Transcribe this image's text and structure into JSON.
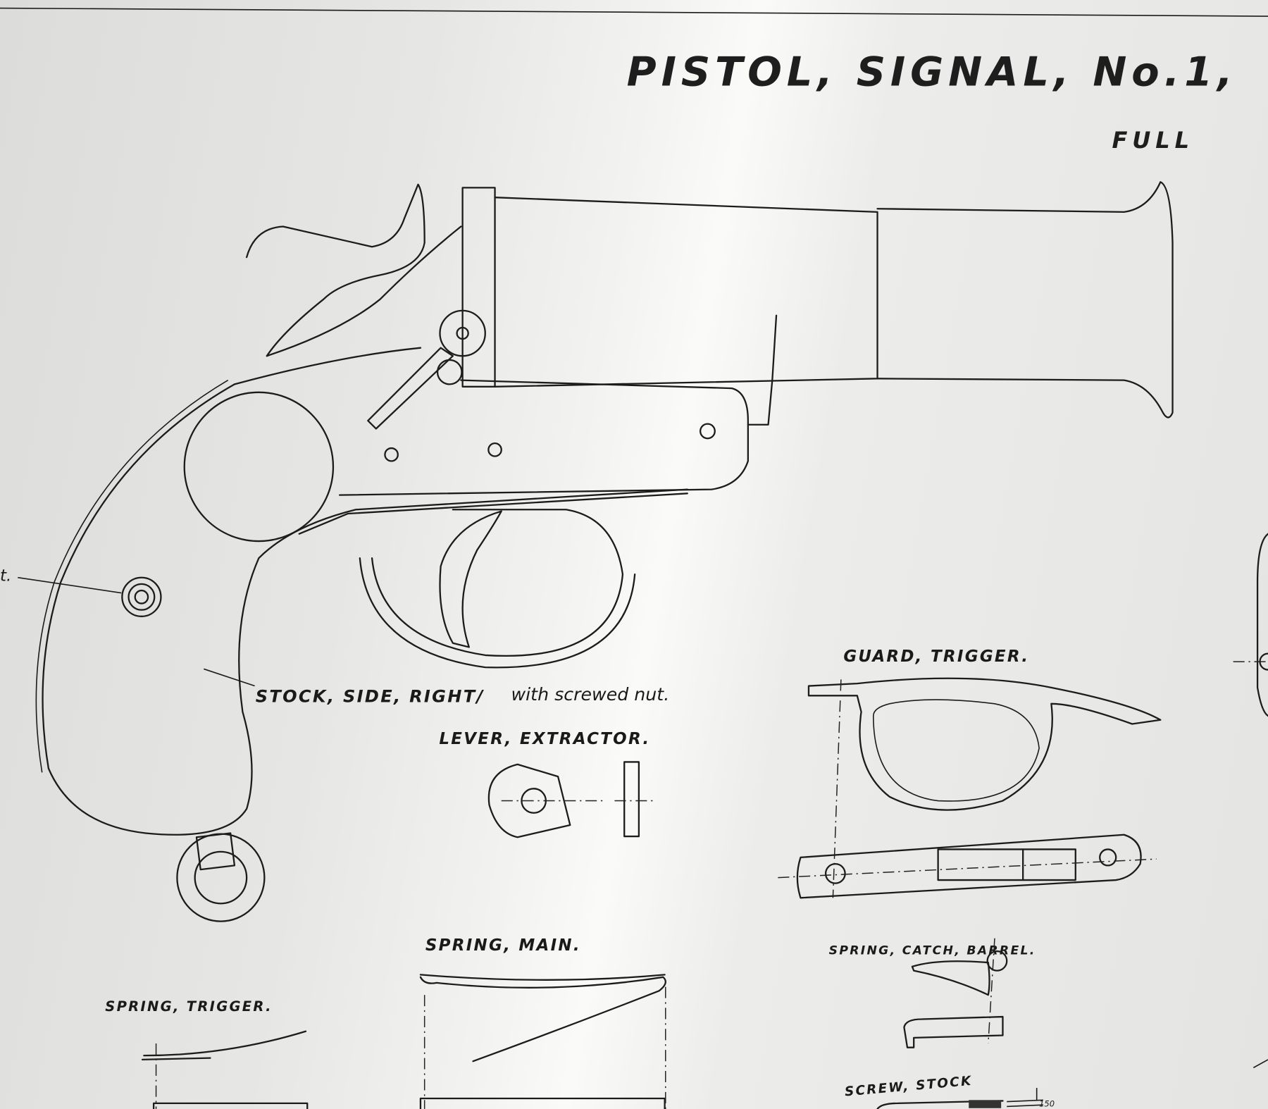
{
  "title": "PISTOL, SIGNAL, No.1,",
  "subtitle": "FULL",
  "labels": {
    "nut_fragment": "t.",
    "stock_side_right": "STOCK, SIDE, RIGHT/",
    "stock_side_right_note": "with screwed nut.",
    "lever_extractor": "LEVER, EXTRACTOR.",
    "guard_trigger": "GUARD, TRIGGER.",
    "spring_main": "SPRING, MAIN.",
    "spring_catch_barrel": "SPRING, CATCH, BARREL.",
    "spring_trigger": "SPRING, TRIGGER.",
    "screw_stock": "SCREW, STOCK",
    "screw_dimension": "150"
  }
}
